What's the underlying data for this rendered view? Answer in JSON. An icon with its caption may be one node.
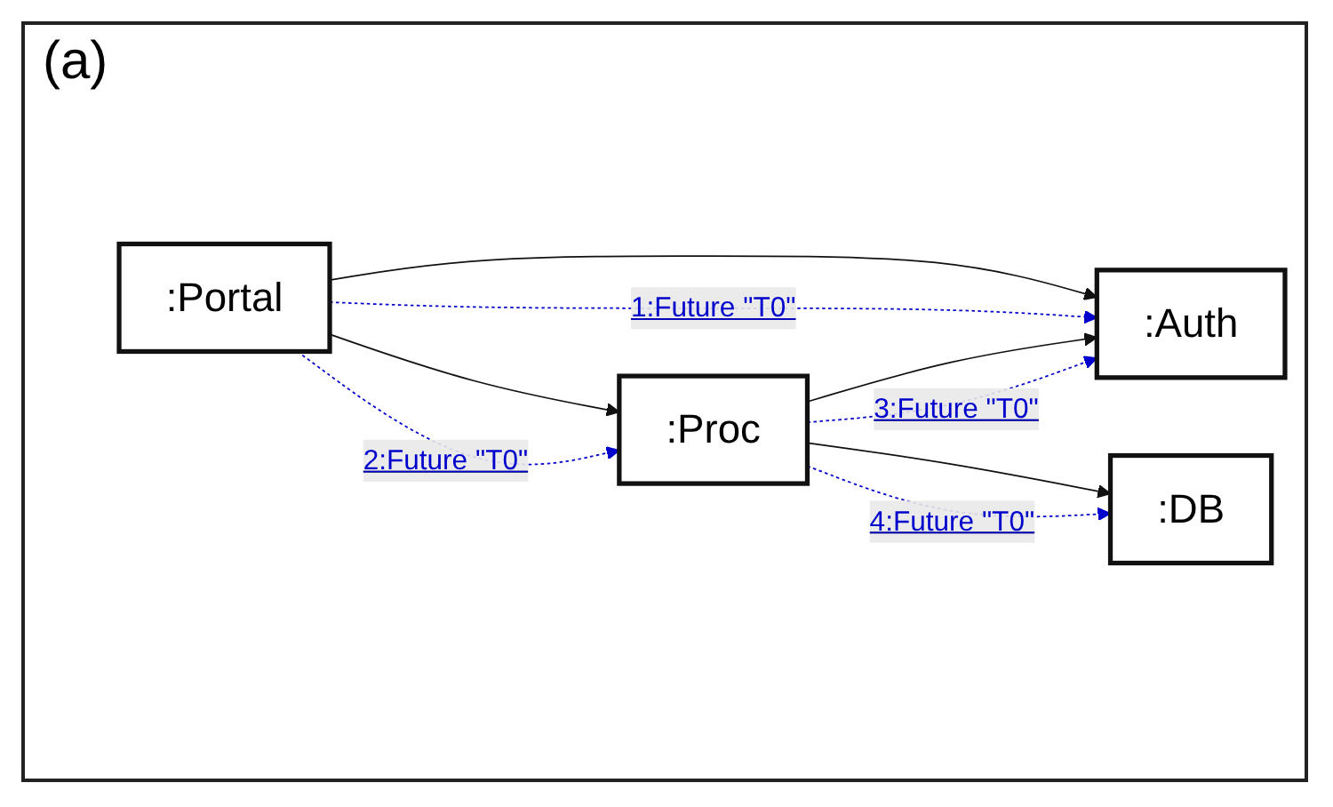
{
  "diagram": {
    "nodes": [
      {
        "text": [
          ":Portal"
        ]
      },
      {
        "text": [
          ":Auth"
        ]
      },
      {
        "text": [
          ":Proc"
        ]
      },
      {
        "text": [
          ":DB"
        ]
      }
    ],
    "edges": [
      {
        "from": 0,
        "to": 1,
        "arrow": "to"
      },
      {
        "from": 0,
        "to": 1,
        "arrow": "to",
        "style": "dashed",
        "color": "#0000cc",
        "label": "1:Future \"T0\""
      },
      {
        "from": 0,
        "to": 2,
        "arrow": "to"
      },
      {
        "from": 0,
        "to": 2,
        "arrow": "to",
        "style": "dashed",
        "color": "#0000cc",
        "label": "2:Future \"T0\""
      },
      {
        "from": 2,
        "to": 1,
        "arrow": "to"
      },
      {
        "from": 2,
        "to": 1,
        "arrow": "to",
        "style": "dashed",
        "color": "#0000cc",
        "label": "3:Future \"T0\""
      },
      {
        "from": 2,
        "to": 3,
        "arrow": "to"
      },
      {
        "from": 2,
        "to": 3,
        "arrow": "to",
        "style": "dashed",
        "color": "#0000cc",
        "label": "4:Future \"T0\""
      }
    ],
    "labels": [
      "(a)"
    ]
  }
}
